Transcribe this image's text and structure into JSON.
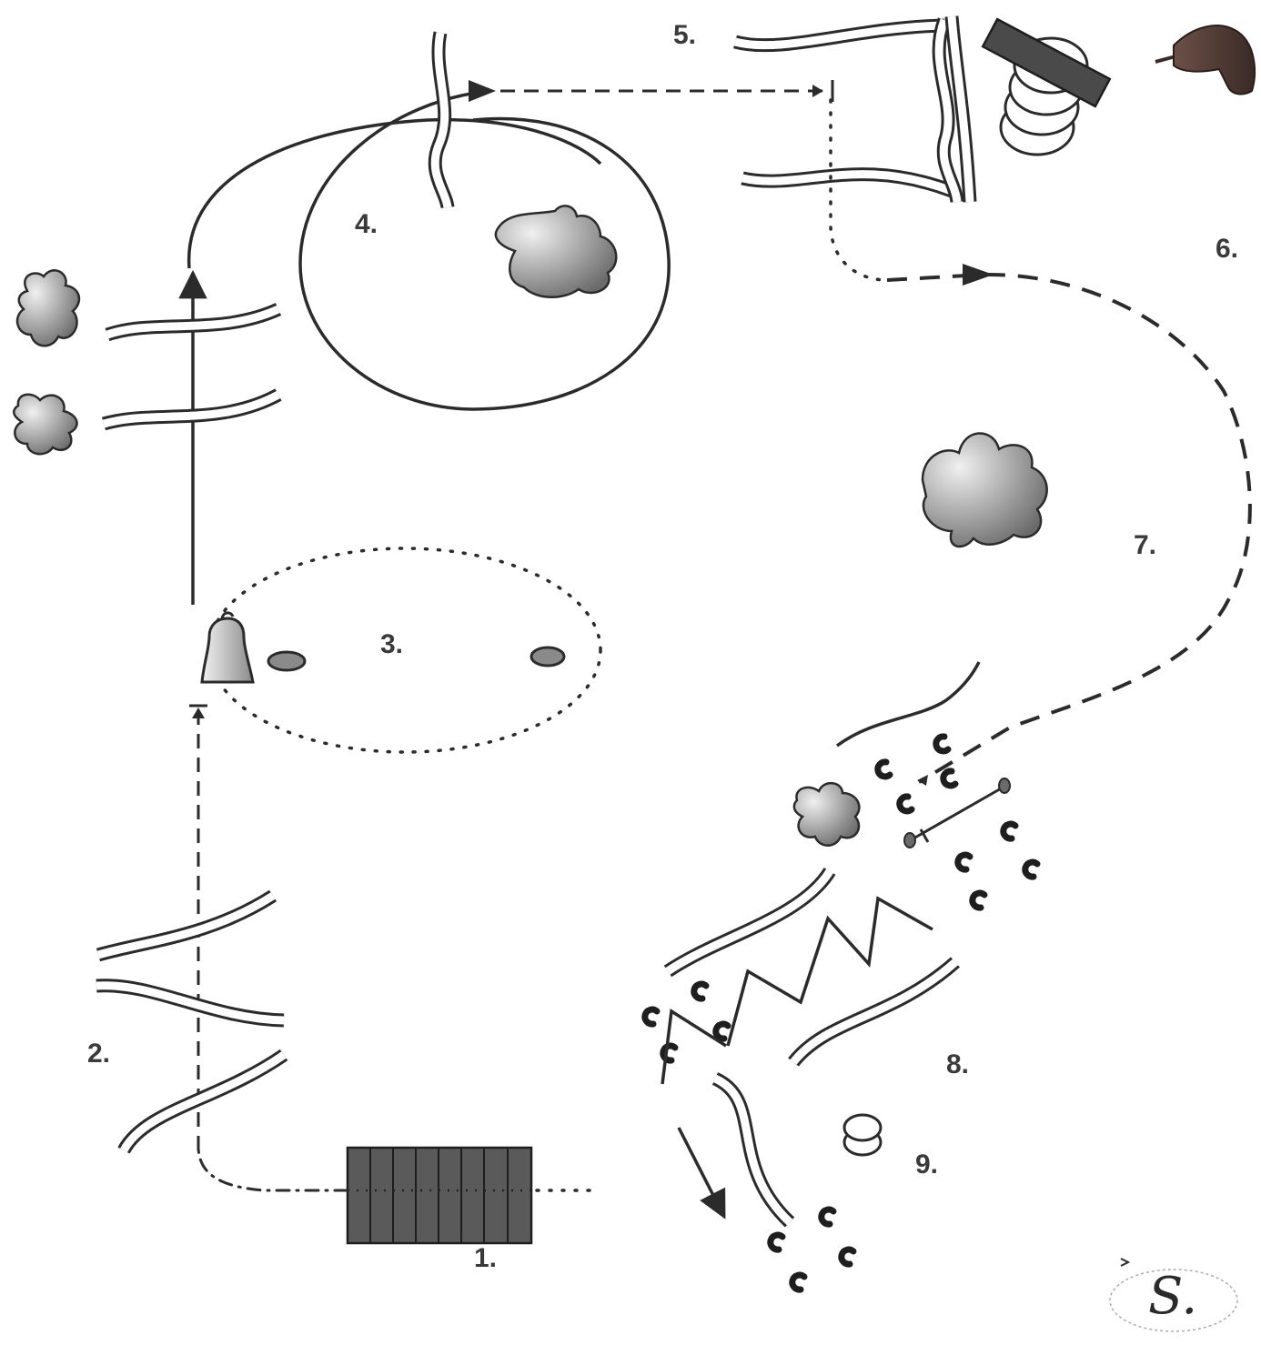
{
  "diagram": {
    "labels": {
      "step1": "1.",
      "step2": "2.",
      "step3": "3.",
      "step4": "4.",
      "step5": "5.",
      "step6": "6.",
      "step7": "7.",
      "step8": "8.",
      "step9": "9."
    },
    "signature": "S."
  },
  "colors": {
    "ink": "#2b2b2b",
    "block_fill": "#5a5a5a",
    "blob_light": "#e8e8e8",
    "blob_dark": "#6a6a6a",
    "background": "#ffffff"
  }
}
